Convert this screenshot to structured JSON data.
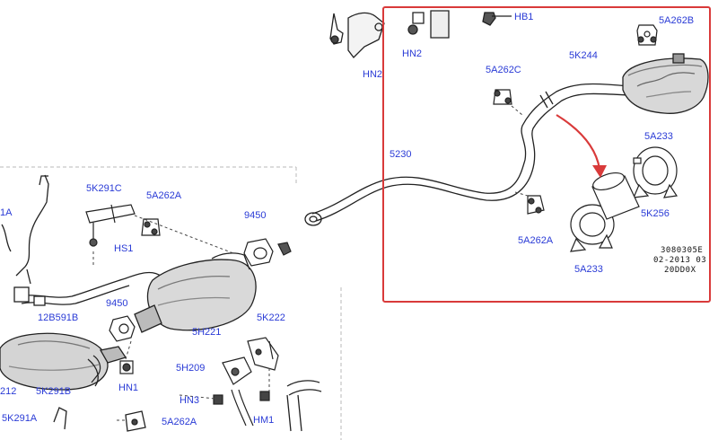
{
  "diagram": {
    "labels": {
      "hb1": "HB1",
      "hn2_a": "HN2",
      "hn2_b": "HN2",
      "5a262b": "5A262B",
      "5k244": "5K244",
      "5a262c": "5A262C",
      "5230": "5230",
      "5a233_a": "5A233",
      "5k256": "5K256",
      "5a262a_a": "5A262A",
      "5a233_b": "5A233",
      "1a": "1A",
      "5k291c": "5K291C",
      "5a262a_b": "5A262A",
      "9450_a": "9450",
      "hs1": "HS1",
      "12b591b": "12B591B",
      "9450_b": "9450",
      "5h221": "5H221",
      "5k222": "5K222",
      "212": "212",
      "5k291b": "5K291B",
      "hn1": "HN1",
      "5h209": "5H209",
      "hn3": "HN3",
      "hm1": "HM1",
      "5k291a": "5K291A",
      "5a262a_c": "5A262A"
    },
    "code_block": {
      "line1": "3080305E",
      "line2": "02-2013 03",
      "line3": "20DD0X"
    },
    "highlight_color": "#d93a3a",
    "arrow_color": "#d93a3a",
    "label_color": "#2a3bd6"
  }
}
